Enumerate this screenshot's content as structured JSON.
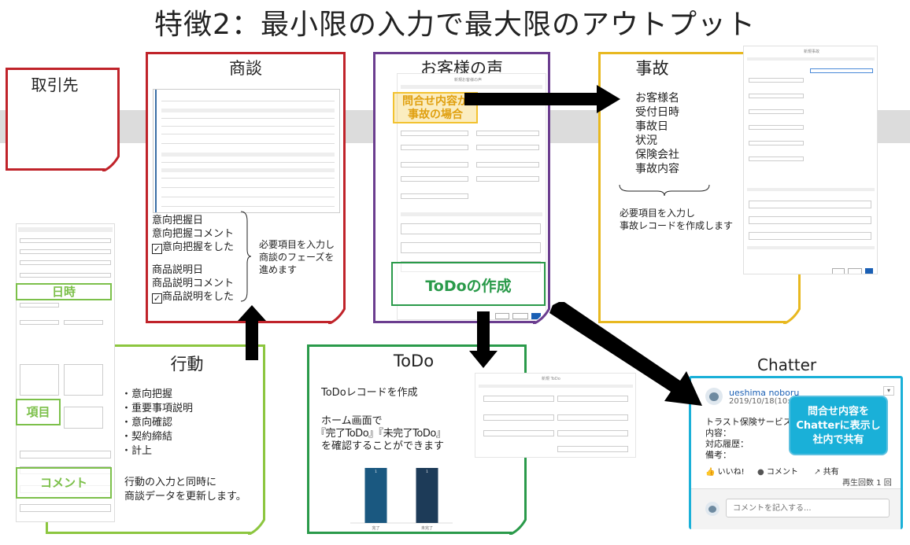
{
  "title": "特徴2：最小限の入力で最大限のアウトプット",
  "torihikisaki": {
    "label": "取引先"
  },
  "shodan": {
    "label": "商談",
    "fields": [
      "意向把握日",
      "意向把握コメント",
      "意向把握をした",
      "商品説明日",
      "商品説明コメント",
      "商品説明をした"
    ],
    "note": [
      "必要項目を入力し",
      "商談のフェーズを",
      "進めます"
    ]
  },
  "voice": {
    "label": "お客様の声",
    "form_title": "新規お客様の声",
    "callout": [
      "問合せ内容が",
      "事故の場合"
    ],
    "todo_tag": "ToDoの作成"
  },
  "jiko": {
    "label": "事故",
    "fields": [
      "お客様名",
      "受付日時",
      "事故日",
      "状況",
      "保険会社",
      "事故内容"
    ],
    "note": [
      "必要項目を入力し",
      "事故レコードを作成します"
    ],
    "form_title": "新規事故"
  },
  "kodo": {
    "label": "行動",
    "bullets": [
      "意向把握",
      "重要事項説明",
      "意向確認",
      "契約締結",
      "計上"
    ],
    "note": [
      "行動の入力と同時に",
      "商談データを更新します。"
    ],
    "tags": [
      "日時",
      "項目",
      "コメント"
    ]
  },
  "todo": {
    "label": "ToDo",
    "line1": "ToDoレコードを作成",
    "line2": "ホーム画面で",
    "line3": "『完了ToDo』『未完了ToDo』",
    "line4": "を確認することができます",
    "form_title": "新規 ToDo"
  },
  "chatter": {
    "label": "Chatter",
    "user": "ueshima noboru",
    "date": "2019/10/18(10:40)",
    "company": "トラスト保険サービス",
    "l1": "内容：",
    "l2": "対応履歴：",
    "l3": "備考：",
    "callout": [
      "問合せ内容を",
      "Chatterに表示し",
      "社内で共有"
    ],
    "like": "いいね!",
    "comment": "コメント",
    "share": "共有",
    "views": "再生回数 1 回",
    "input_placeholder": "コメントを記入する..."
  },
  "colors": {
    "red": "#c0232a",
    "purple": "#6b3d8f",
    "yellow": "#e8b820",
    "green": "#2a9a4a",
    "lightgreen": "#8cc63f",
    "cyan": "#1ab0d8",
    "callout_yellow": "#f2c230",
    "bar": "#1a5880"
  },
  "chart_data": {
    "type": "bar",
    "categories": [
      "完了",
      "未完了"
    ],
    "values": [
      1,
      1
    ],
    "ylim": [
      0,
      1
    ]
  }
}
